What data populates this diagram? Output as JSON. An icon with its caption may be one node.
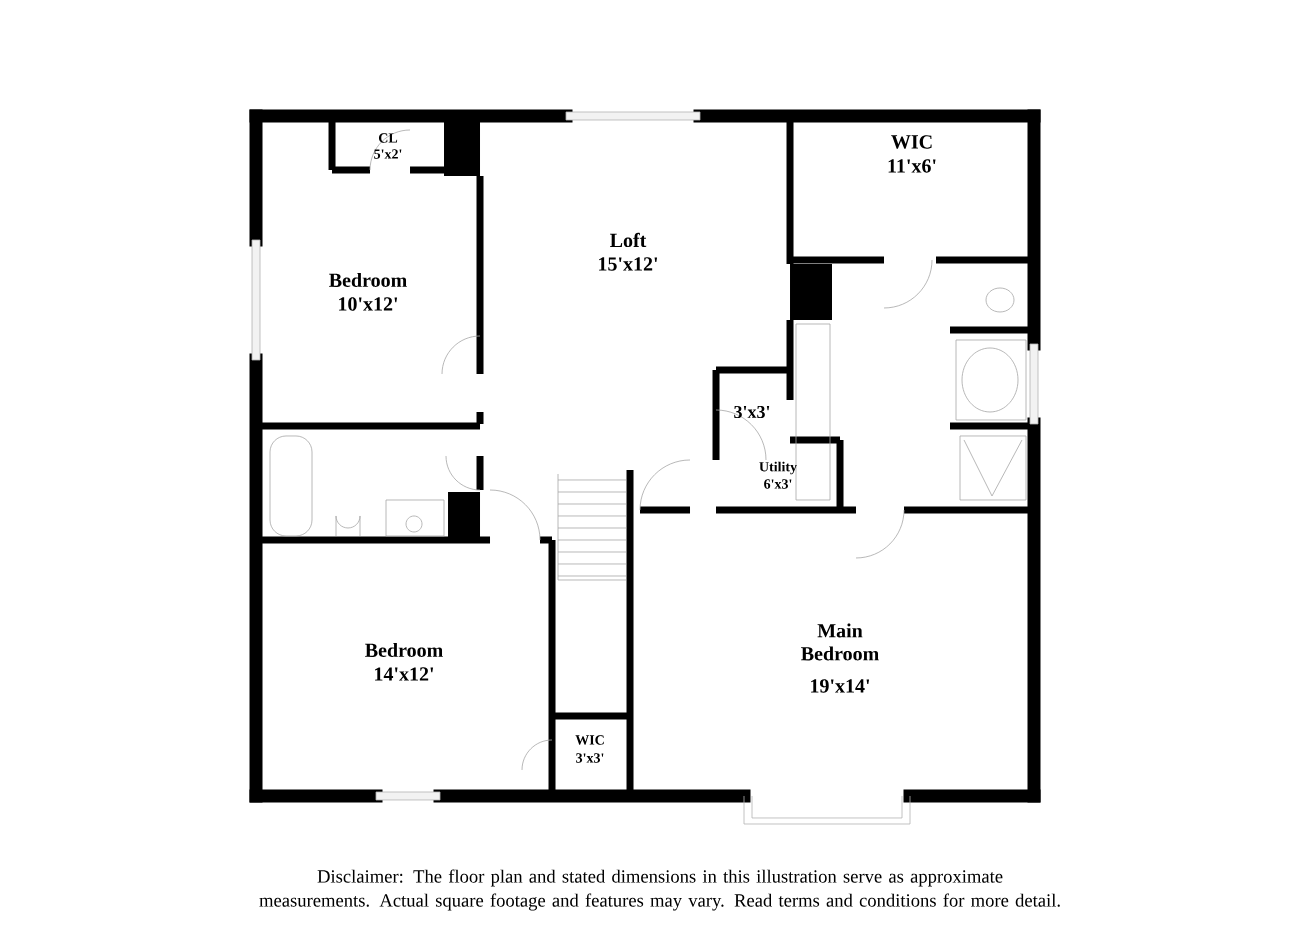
{
  "diagram": {
    "labels": [
      "CL",
      "5'x2'",
      "WIC",
      "11'x6'",
      "Loft",
      "15'x12'",
      "Bedroom",
      "10'x12'",
      "3'x3'",
      "Utility",
      "6'x3'",
      "Main Bedroom",
      "19'x14'",
      "Bedroom",
      "14'x12'",
      "WIC",
      "3'x3'"
    ],
    "caption": "Disclaimer: The floor plan and stated dimensions in this illustration serve as approximate measurements. Actual square footage and features may vary. Read terms and conditions for more detail."
  }
}
